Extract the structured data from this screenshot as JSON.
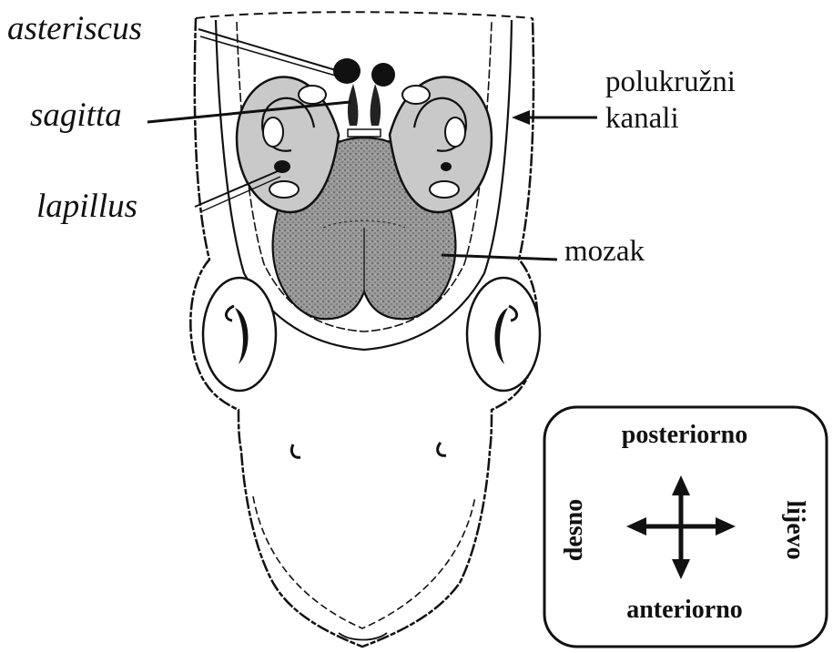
{
  "labels": {
    "asteriscus": "asteriscus",
    "sagitta": "sagitta",
    "lapillus": "lapillus",
    "canals_line1": "polukružni",
    "canals_line2": "kanali",
    "brain": "mozak"
  },
  "compass": {
    "top": "posteriorno",
    "bottom": "anteriorno",
    "left": "desno",
    "right": "lijevo"
  },
  "colors": {
    "outline": "#111111",
    "canal_fill": "#c9c9c9",
    "brain_fill": "#8a8a8a",
    "otolith": "#111111",
    "background": "#ffffff"
  }
}
